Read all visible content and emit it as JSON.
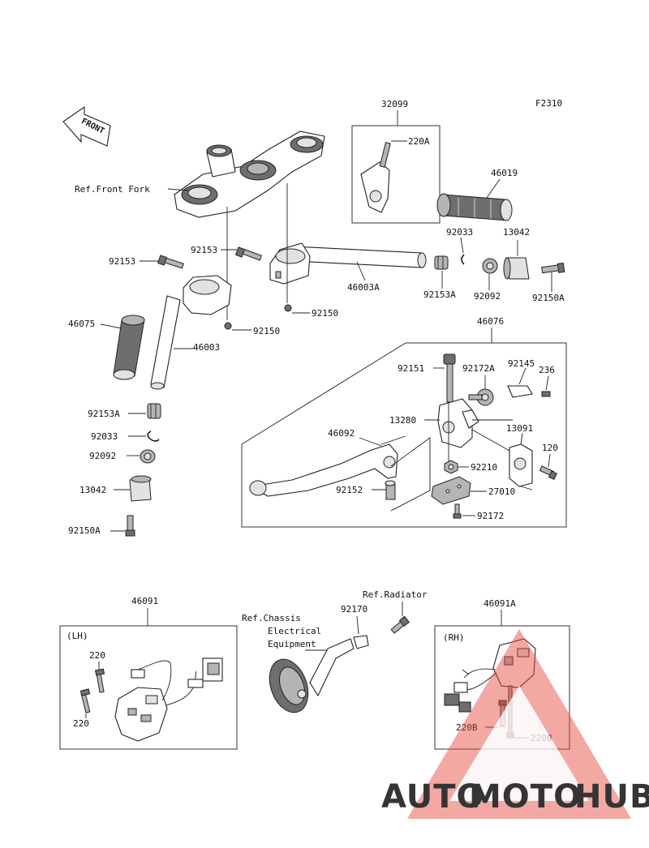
{
  "figure_code": "F2310",
  "front_arrow_label": "FRONT",
  "references": {
    "front_fork": "Ref.Front Fork",
    "radiator": "Ref.Radiator",
    "chassis_line1": "Ref.Chassis",
    "chassis_line2": "Electrical",
    "chassis_line3": "Equipment"
  },
  "box_labels": {
    "lh": "(LH)",
    "rh": "(RH)"
  },
  "parts": {
    "p32099": "32099",
    "p220A": "220A",
    "p46019": "46019",
    "p92033_r": "92033",
    "p13042_r": "13042",
    "p92153_top": "92153",
    "p92153_left": "92153",
    "p46003A": "46003A",
    "p92153A_r": "92153A",
    "p92092_r": "92092",
    "p92150A_r": "92150A",
    "p92150_mid": "92150",
    "p92150_left": "92150",
    "p46075": "46075",
    "p46003": "46003",
    "p46076": "46076",
    "p92151": "92151",
    "p92172A": "92172A",
    "p92145": "92145",
    "p236": "236",
    "p13280": "13280",
    "p46092": "46092",
    "p13091": "13091",
    "p120": "120",
    "p92210": "92210",
    "p92152": "92152",
    "p27010": "27010",
    "p92172": "92172",
    "p92153A_l": "92153A",
    "p92033_l": "92033",
    "p92092_l": "92092",
    "p13042_l": "13042",
    "p92150A_l": "92150A",
    "p46091": "46091",
    "p220_a": "220",
    "p220_b": "220",
    "p92170": "92170",
    "p46091A": "46091A",
    "p220B_a": "220B",
    "p220B_b": "220B"
  },
  "watermark": {
    "part1": "AUTO",
    "part2": "MOTO",
    "part3": "HUB",
    "color_orange": "#f2b25a",
    "color_red": "#e8463c",
    "color_gray": "#4a4a4a"
  }
}
